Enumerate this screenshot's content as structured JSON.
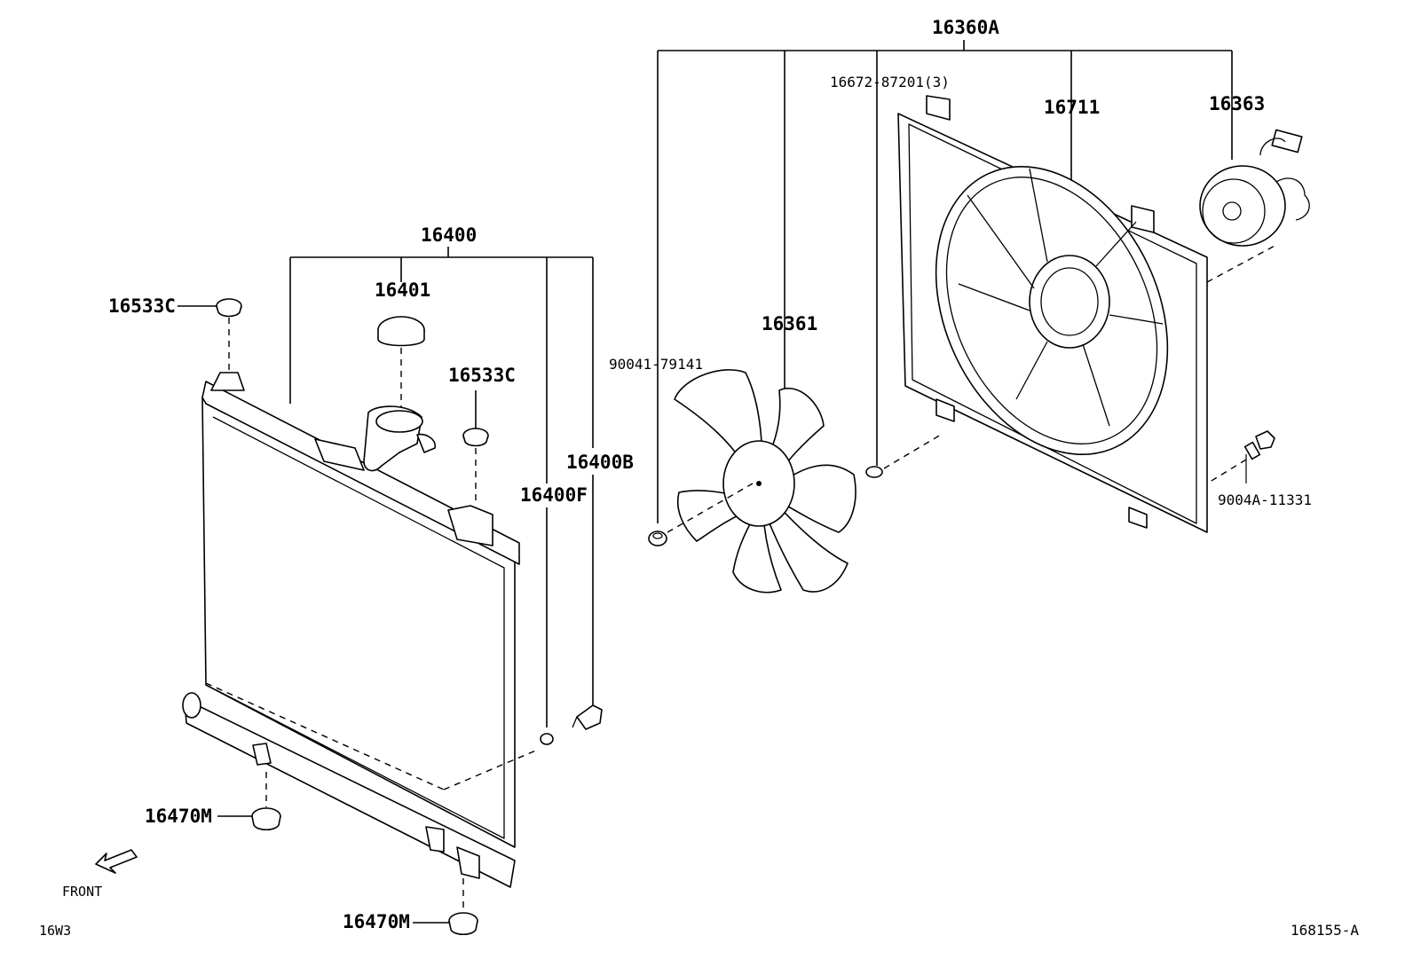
{
  "labels": {
    "fan_shroud_assembly": "16360A",
    "shroud_screw": "16672-87201(3)",
    "fan_shroud": "16711",
    "fan_motor": "16363",
    "fan_nut": "90041-79141",
    "fan_blade": "16361",
    "motor_bolt": "9004A-11331",
    "radiator_assembly": "16400",
    "radiator_cap": "16401",
    "upper_cushion_left": "16533C",
    "upper_cushion_right": "16533C",
    "drain_plug_b": "16400B",
    "drain_plug_f": "16400F",
    "lower_cushion_left": "16470M",
    "lower_cushion_bottom": "16470M",
    "front_marker": "FRONT",
    "page_code": "16W3",
    "diagram_id": "168155-A"
  }
}
